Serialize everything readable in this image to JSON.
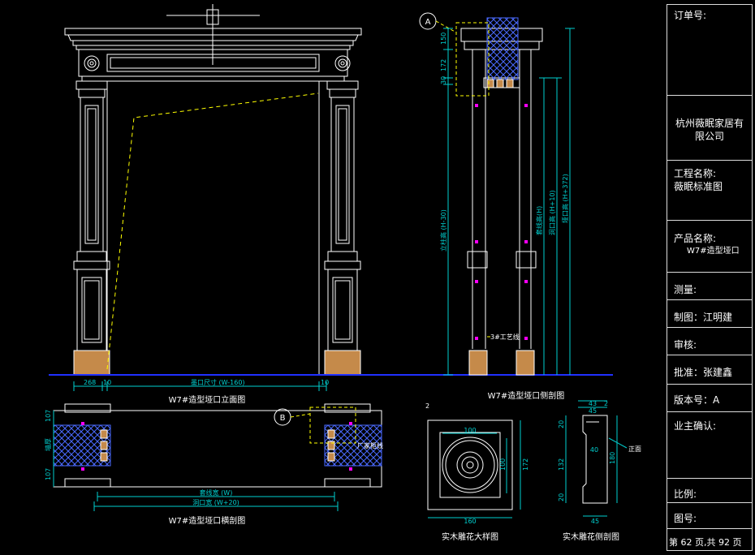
{
  "views": {
    "front_title": "W7#造型垭口立面图",
    "side_title": "W7#造型垭口侧剖图",
    "section_title": "W7#造型垭口横剖图",
    "rosette_title": "实木雕花大样图",
    "rosette_side_title": "实木雕花侧剖图"
  },
  "callouts": {
    "a": "A",
    "b": "B"
  },
  "front_dims": {
    "left": "268",
    "gap1": "10",
    "opening": "墨口尺寸 (W-160)",
    "gap2": "10"
  },
  "side_dims": {
    "top1": "150",
    "top2": "172",
    "top3": "30",
    "h1": "立柱高 (H-30)",
    "h2": "套线高(H)",
    "h3": "洞口高 (H+10)",
    "h4": "垭口高 (H+372)",
    "note": "3#工艺线"
  },
  "section_dims": {
    "top": "107",
    "bottom": "107",
    "wall": "墙厚",
    "w1": "套线宽 (W)",
    "w2": "洞口宽 (W+20)",
    "note": "厂家柜线"
  },
  "rosette": {
    "inner": "100",
    "height": "100",
    "outer_h": "172",
    "outer_w": "160",
    "corner": "2"
  },
  "rosette_side": {
    "d1": "43",
    "d2": "2",
    "d3": "45",
    "d4": "20",
    "d5": "40",
    "d6": "132",
    "d7": "20",
    "d8": "180",
    "d9": "45",
    "label": "正面"
  },
  "title_block": {
    "order_no": "订单号:",
    "company": "杭州薇眠家居有限公司",
    "project_label": "工程名称:",
    "project_value": "薇眠标准图",
    "product_label": "产品名称:",
    "product_value": "W7#造型垭口",
    "survey": "测量:",
    "drawn": "制图：江明建",
    "review": "审核:",
    "approve": "批准：张建鑫",
    "version": "版本号：A",
    "owner": "业主确认:",
    "scale": "比例:",
    "drawing_no": "图号:",
    "page": "第 62 页,共 92 页"
  },
  "colors": {
    "line": "#ffffff",
    "dim": "#00d0d0",
    "hatch": "#4a6aff",
    "magenta": "#ff00ff",
    "wood": "#c58a4a",
    "ground": "#2030ff",
    "guide": "#ffff00"
  }
}
